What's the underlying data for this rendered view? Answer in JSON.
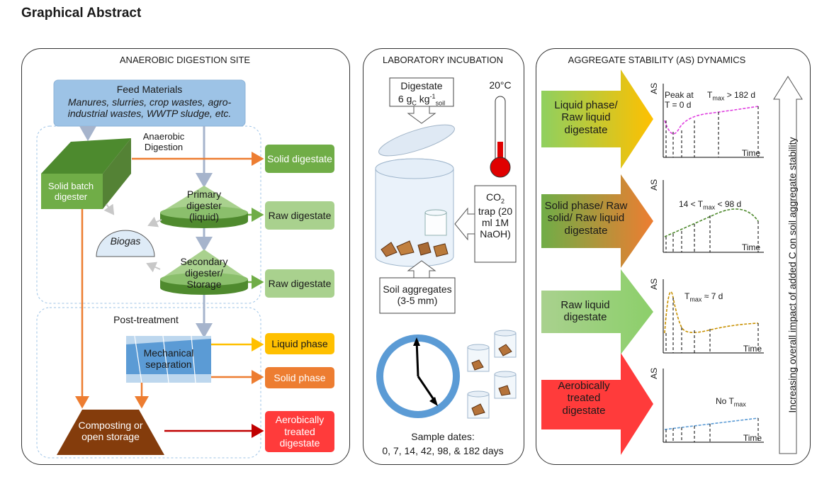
{
  "page_title": "Graphical Abstract",
  "panel1": {
    "title": "ANAEROBIC DIGESTION SITE",
    "feed_title": "Feed Materials",
    "feed_text": "Manures, slurries, crop wastes, agro-industrial wastes, WWTP sludge, etc.",
    "anaerobic_digestion": "Anaerobic Digestion",
    "solid_batch_digester": "Solid batch digester",
    "primary_digester": "Primary digester (liquid)",
    "secondary_digester": "Secondary digester/ Storage",
    "biogas": "Biogas",
    "post_treatment": "Post-treatment",
    "mechanical_separation": "Mechanical separation",
    "composting": "Composting or open storage",
    "outputs": {
      "solid_digestate": "Solid digestate",
      "raw_digestate_1": "Raw digestate",
      "raw_digestate_2": "Raw digestate",
      "liquid_phase": "Liquid phase",
      "solid_phase": "Solid phase",
      "aerobic": "Aerobically treated digestate"
    }
  },
  "panel2": {
    "title": "LABORATORY INCUBATION",
    "digestate": "Digestate",
    "dose_value": "6 g",
    "dose_sub1": "C",
    "dose_unit": " kg",
    "dose_sup": "-1",
    "dose_sub2": "soil",
    "temperature": "20°C",
    "co2": "CO",
    "co2_sub": "2",
    "trap_text": "trap (20 ml 1M NaOH)",
    "soil_aggregates": "Soil aggregates (3-5 mm)",
    "sample_dates_label": "Sample dates:",
    "sample_dates": "0, 7, 14, 42, 98, & 182 days"
  },
  "panel3": {
    "title": "AGGREGATE STABILITY (AS) DYNAMICS",
    "vertical_label": "Increasing overall impact of added C on soil aggregate stability",
    "axis_y": "AS",
    "axis_x": "Time",
    "rows": [
      {
        "arrow_label": "Liquid phase/ Raw liquid digestate",
        "annotation_a": "Peak at T = 0 d",
        "annotation_b": "T",
        "annotation_b_sub": "max",
        "annotation_b_tail": " > 182 d"
      },
      {
        "arrow_label": "Solid phase/ Raw solid/ Raw liquid digestate",
        "annotation_a": "14 < T",
        "annotation_a_sub": "max",
        "annotation_a_tail": " < 98 d"
      },
      {
        "arrow_label": "Raw liquid digestate",
        "annotation_a": "T",
        "annotation_a_sub": "max",
        "annotation_a_tail": " ≈ 7 d"
      },
      {
        "arrow_label": "Aerobically treated digestate",
        "annotation_a": "No T",
        "annotation_a_sub": "max"
      }
    ]
  },
  "colors": {
    "feed_blue": "#9dc3e6",
    "digester_green": "#70ad47",
    "box_green_dark": "#70ad47",
    "box_green_light": "#a9d18e",
    "liquid_phase": "#ffc000",
    "solid_phase": "#ed7d31",
    "aerobic_red": "#ff3b3b",
    "compost_brown": "#843c0c",
    "arrow_orange": "#ed7d31"
  }
}
